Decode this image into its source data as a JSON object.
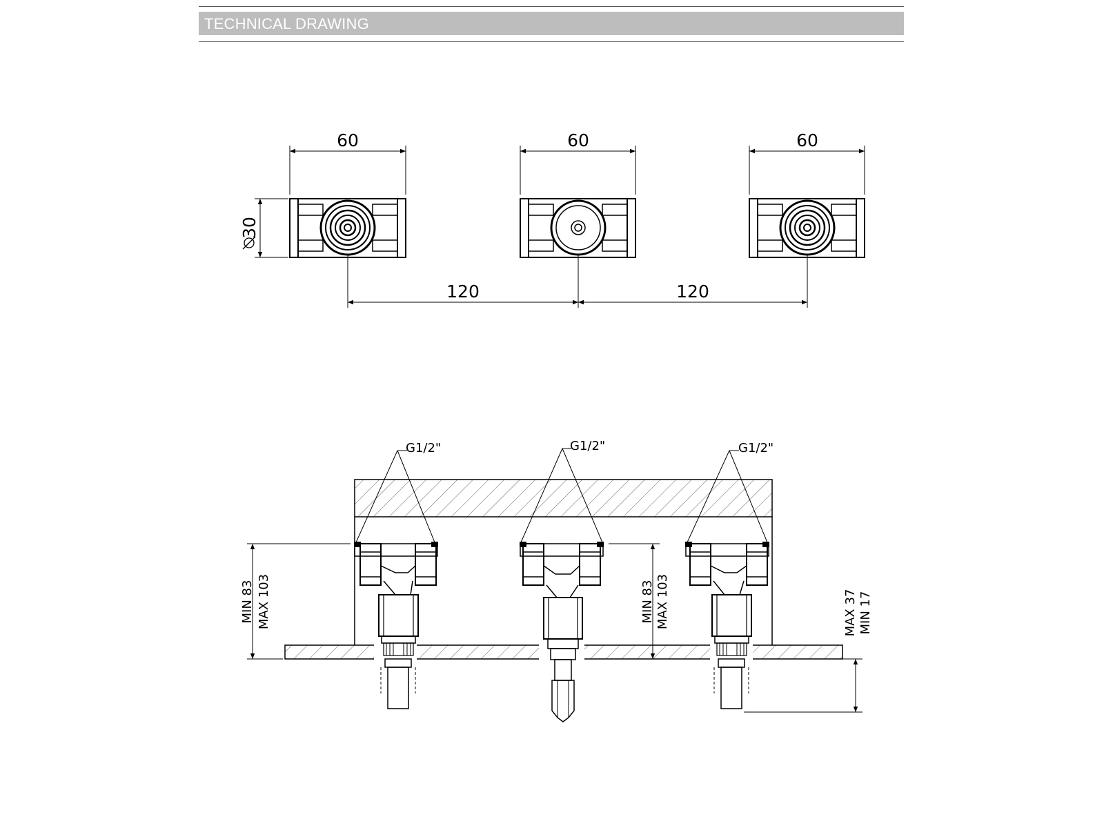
{
  "header": {
    "title": "TECHNICAL DRAWING"
  },
  "top_view": {
    "widths": [
      "60",
      "60",
      "60"
    ],
    "diameter": "30",
    "spacing": [
      "120",
      "120"
    ]
  },
  "side_view": {
    "connections": [
      "G1/2\"",
      "G1/2\"",
      "G1/2\""
    ],
    "depth_left": {
      "min": "MIN 83",
      "max": "MAX 103"
    },
    "depth_center": {
      "min": "MIN 83",
      "max": "MAX 103"
    },
    "protrusion": {
      "max": "MAX 37",
      "min": "MIN 17"
    }
  }
}
